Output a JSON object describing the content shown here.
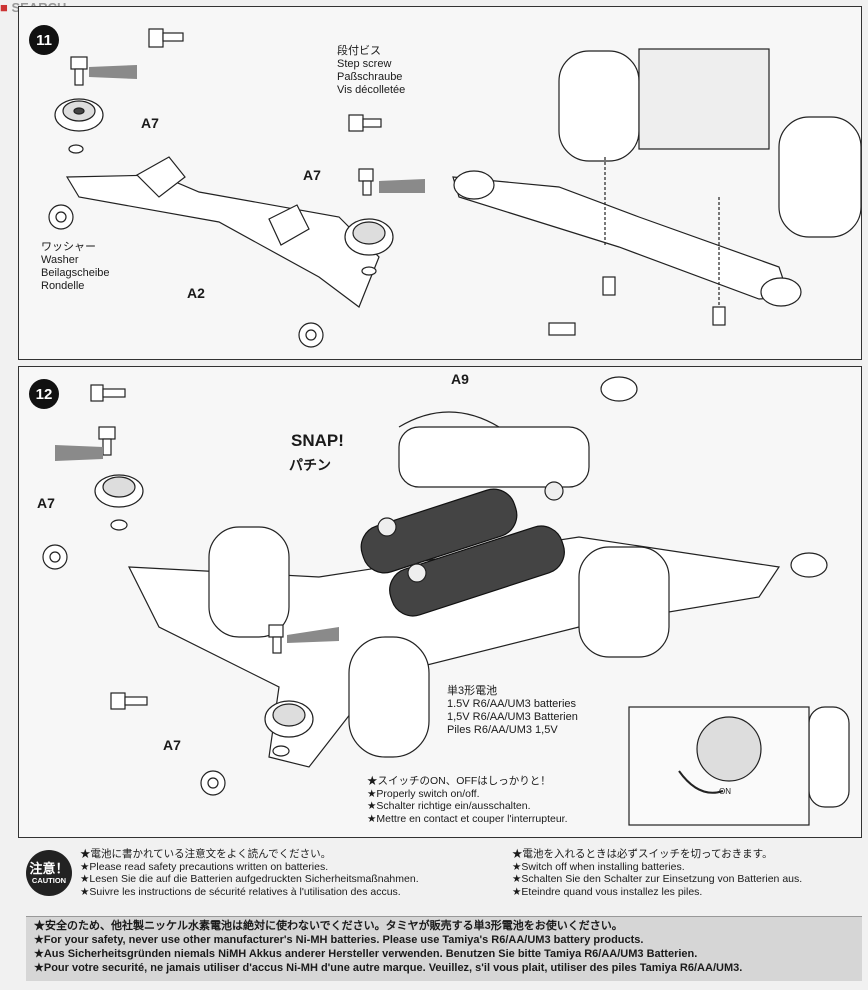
{
  "watermark": "SEARCH",
  "step11": {
    "number": "11",
    "step_screw_label": [
      "段付ビス",
      "Step screw",
      "Paßschraube",
      "Vis décolletée"
    ],
    "washer_label": [
      "ワッシャー",
      "Washer",
      "Beilagscheibe",
      "Rondelle"
    ],
    "part_a7_top": "A7",
    "part_a7_mid": "A7",
    "part_a2": "A2"
  },
  "step12": {
    "number": "12",
    "part_a9": "A9",
    "part_a7_top": "A7",
    "part_a7_bottom": "A7",
    "snap_en": "SNAP!",
    "snap_jp": "パチン",
    "battery_label": [
      "単3形電池",
      "1.5V R6/AA/UM3 batteries",
      "1,5V R6/AA/UM3 Batterien",
      "Piles R6/AA/UM3 1,5V"
    ],
    "switch_note": [
      "★スイッチのON、OFFはしっかりと！",
      "★Properly switch on/off.",
      "★Schalter richtige ein/ausschalten.",
      "★Mettre en contact et couper l'interrupteur."
    ],
    "on_label": "ON"
  },
  "caution": {
    "badge_jp": "注意！",
    "badge_en": "CAUTION",
    "left_notes": [
      "★電池に書かれている注意文をよく読んでください。",
      "★Please read safety precautions written on batteries.",
      "★Lesen Sie die auf die Batterien aufgedruckten Sicherheitsmaßnahmen.",
      "★Suivre les instructions de sécurité relatives à l'utilisation des accus."
    ],
    "right_notes": [
      "★電池を入れるときは必ずスイッチを切っておきます。",
      "★Switch off when installing batteries.",
      "★Schalten Sie den Schalter zur Einsetzung von Batterien aus.",
      "★Eteindre quand vous installez les piles."
    ]
  },
  "safety": [
    "★安全のため、他社製ニッケル水素電池は絶対に使わないでください。タミヤが販売する単3形電池をお使いください。",
    "★For your safety, never use other manufacturer's Ni-MH batteries. Please use Tamiya's R6/AA/UM3 battery products.",
    "★Aus Sicherheitsgründen niemals NiMH Akkus anderer Hersteller verwenden. Benutzen Sie bitte Tamiya R6/AA/UM3 Batterien.",
    "★Pour votre securité, ne jamais utiliser d'accus Ni-MH d'une autre marque. Veuillez, s'il vous plait, utiliser des piles Tamiya R6/AA/UM3."
  ]
}
